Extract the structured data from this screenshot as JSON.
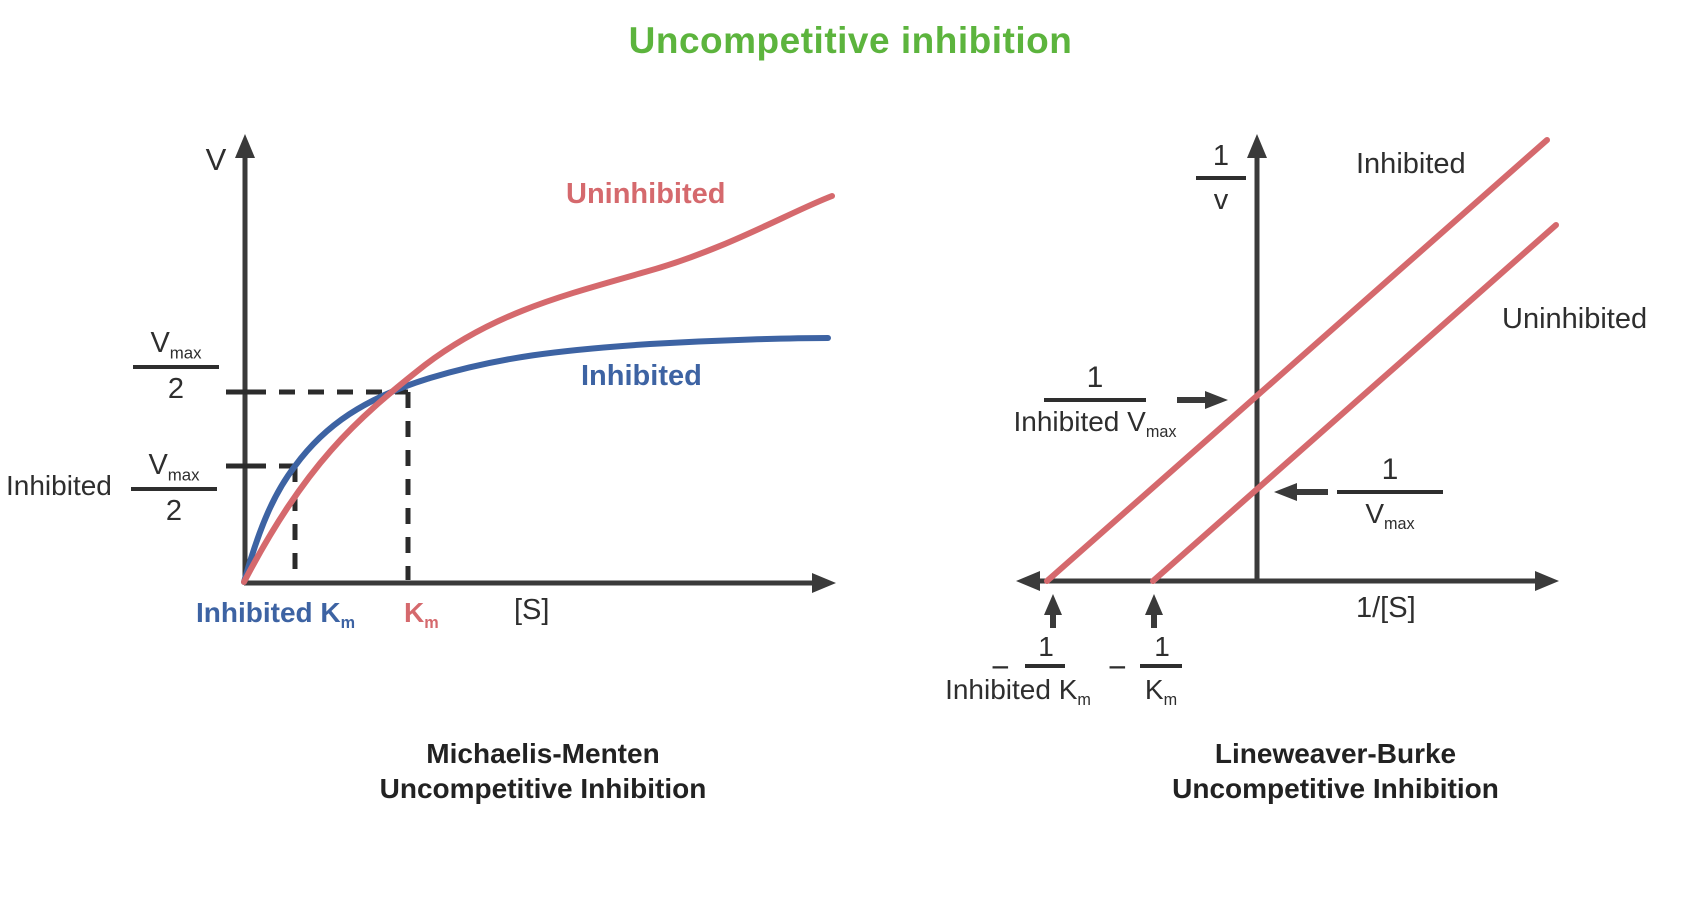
{
  "title": {
    "text": "Uncompetitive inhibition",
    "color": "#5cb43d"
  },
  "colors": {
    "red": "#d5696d",
    "blue": "#3d63a3",
    "axis": "#3a3a3a",
    "green": "#5cb43d"
  },
  "mm": {
    "v_axis": "V",
    "s_axis": "[S]",
    "uninhibited": "Uninhibited",
    "inhibited": "Inhibited",
    "inhibited_word": "Inhibited",
    "vmax_num": "V",
    "vmax_sub": "max",
    "half": "2",
    "inhibited_km_base": "Inhibited K",
    "km_base": "K",
    "km_sub": "m",
    "caption1": "Michaelis-Menten",
    "caption2": "Uncompetitive Inhibition"
  },
  "lb": {
    "y_num": "1",
    "y_den": "v",
    "x_label": "1/[S]",
    "inhibited": "Inhibited",
    "uninhibited": "Uninhibited",
    "one": "1",
    "inh_vmax_base": "Inhibited V",
    "vmax_base": "V",
    "vmax_sub": "max",
    "minus": "−",
    "inh_km_base": "Inhibited K",
    "km_base": "K",
    "km_sub": "m",
    "caption1": "Lineweaver-Burke",
    "caption2": "Uncompetitive Inhibition"
  },
  "chart_data": [
    {
      "type": "line",
      "title": "Michaelis-Menten Uncompetitive Inhibition",
      "xlabel": "[S]",
      "ylabel": "V",
      "grid": false,
      "series": [
        {
          "name": "Uninhibited",
          "color": "#d5696d",
          "shape": "Michaelis-Menten saturation curve",
          "vmax_relative": 1.0,
          "km_relative": 1.0,
          "half_vmax_marker": "Vmax/2 dashed line meets curve at Km"
        },
        {
          "name": "Inhibited",
          "color": "#3d63a3",
          "shape": "Michaelis-Menten saturation curve",
          "vmax_relative": 0.6,
          "km_relative": 0.31,
          "half_vmax_marker": "Inhibited Vmax/2 dashed line meets curve at Inhibited Km"
        }
      ],
      "annotations": [
        "Vmax/2",
        "Inhibited Vmax/2",
        "Km",
        "Inhibited Km"
      ]
    },
    {
      "type": "line",
      "title": "Lineweaver-Burke Uncompetitive Inhibition",
      "xlabel": "1/[S]",
      "ylabel": "1/v",
      "grid": false,
      "note": "Two parallel straight lines; inhibited line shifted up-left",
      "series": [
        {
          "name": "Inhibited",
          "color": "#d5696d",
          "y_intercept_label": "1/Inhibited Vmax",
          "x_intercept_label": "−1/Inhibited Km"
        },
        {
          "name": "Uninhibited",
          "color": "#d5696d",
          "y_intercept_label": "1/Vmax",
          "x_intercept_label": "−1/Km"
        }
      ]
    }
  ]
}
